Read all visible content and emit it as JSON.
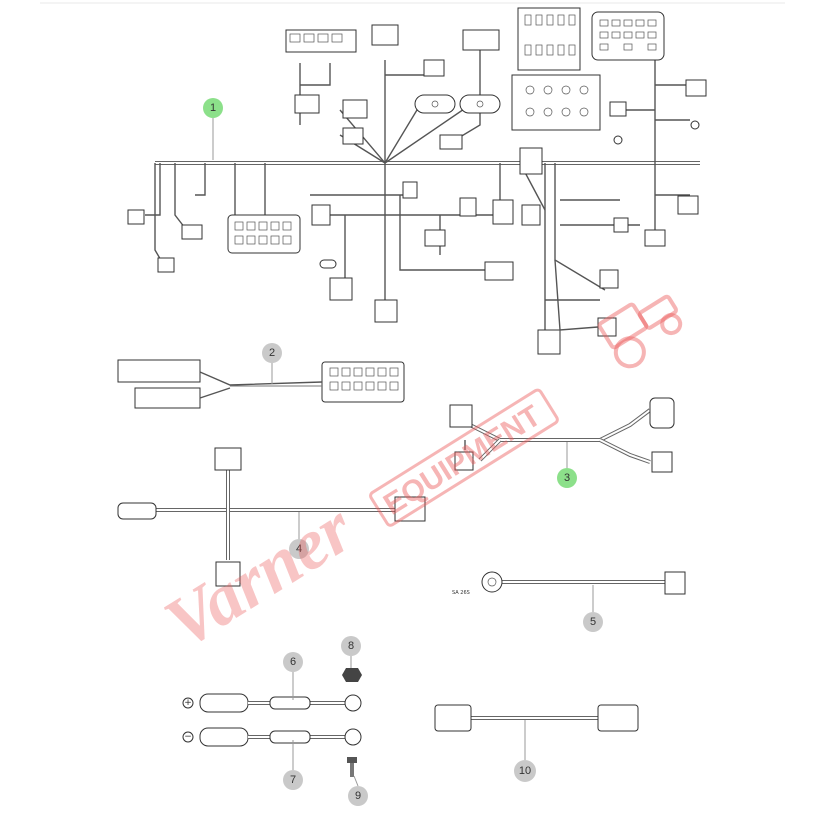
{
  "diagram": {
    "callouts": [
      {
        "id": "1",
        "label": "1",
        "highlight": true
      },
      {
        "id": "2",
        "label": "2",
        "highlight": false
      },
      {
        "id": "3",
        "label": "3",
        "highlight": true
      },
      {
        "id": "4",
        "label": "4",
        "highlight": false
      },
      {
        "id": "5",
        "label": "5",
        "highlight": false
      },
      {
        "id": "6",
        "label": "6",
        "highlight": false
      },
      {
        "id": "7",
        "label": "7",
        "highlight": false
      },
      {
        "id": "8",
        "label": "8",
        "highlight": false
      },
      {
        "id": "9",
        "label": "9",
        "highlight": false
      },
      {
        "id": "10",
        "label": "10",
        "highlight": false
      }
    ],
    "polarity": {
      "positive": "+",
      "negative": "−"
    },
    "part5_label": "SA 26S",
    "colors": {
      "callout_gray": "#c9c9c9",
      "callout_green": "#8ce08a",
      "watermark": "#eb5a5a"
    }
  },
  "watermark": {
    "script_text": "Varner",
    "box_text": "EQUIPMENT",
    "logo_icon": "tractor-icon"
  }
}
